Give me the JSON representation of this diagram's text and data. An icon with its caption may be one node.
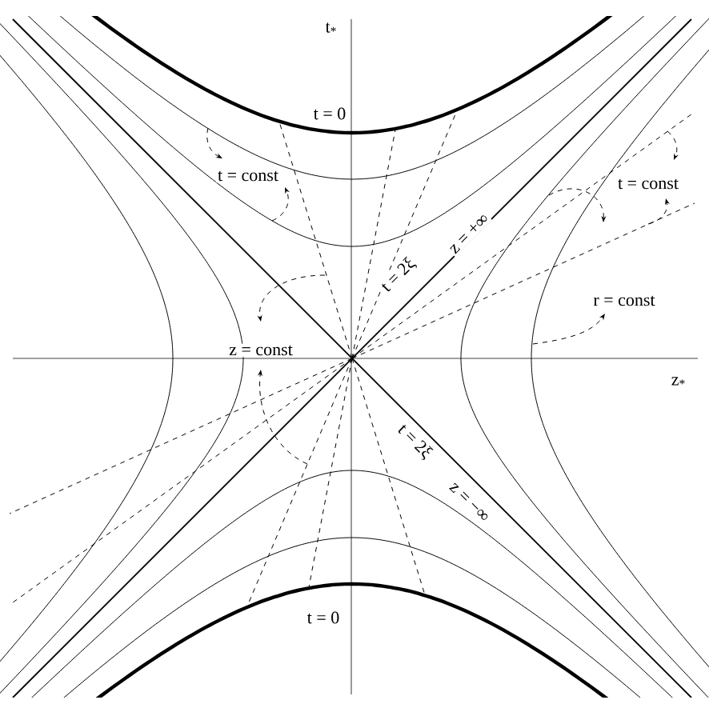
{
  "diagram": {
    "labels": [
      "t$_{*}$",
      "t = 0",
      "t = const",
      "t = const",
      "z = +∞",
      "t = 2ξ",
      "r = const",
      "z = const",
      "z$_{*}$",
      "t = 2ξ",
      "z = −∞",
      "t = 0"
    ]
  }
}
